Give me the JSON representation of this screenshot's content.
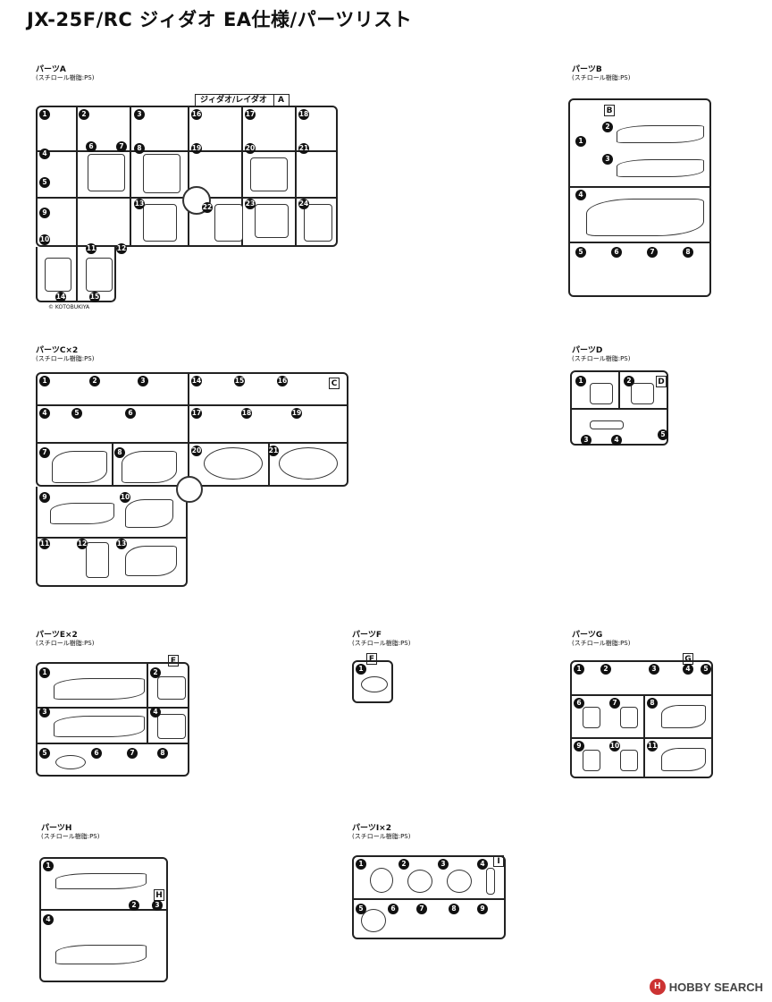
{
  "title": "JX-25F/RC ジィダオ EA仕様/パーツリスト",
  "material": "(スチロール樹脂:PS)",
  "sections": {
    "A": {
      "title": "パーツA",
      "tag": "A",
      "banner": "ジィダオ/レイダオ",
      "copyright": "© KOTOBUKIYA",
      "numbers": [
        "1",
        "2",
        "3",
        "4",
        "5",
        "6",
        "7",
        "8",
        "9",
        "10",
        "11",
        "12",
        "13",
        "14",
        "15",
        "16",
        "17",
        "18",
        "19",
        "20",
        "21",
        "22",
        "23",
        "24"
      ]
    },
    "B": {
      "title": "パーツB",
      "tag": "B",
      "numbers": [
        "1",
        "2",
        "3",
        "4",
        "5",
        "6",
        "7",
        "8"
      ]
    },
    "C": {
      "title": "パーツC×2",
      "tag": "C",
      "numbers": [
        "1",
        "2",
        "3",
        "4",
        "5",
        "6",
        "7",
        "8",
        "9",
        "10",
        "11",
        "12",
        "13",
        "14",
        "15",
        "16",
        "17",
        "18",
        "19",
        "20",
        "21"
      ]
    },
    "D": {
      "title": "パーツD",
      "tag": "D",
      "numbers": [
        "1",
        "2",
        "3",
        "4",
        "5"
      ]
    },
    "E": {
      "title": "パーツE×2",
      "tag": "E",
      "numbers": [
        "1",
        "2",
        "3",
        "4",
        "5",
        "6",
        "7",
        "8"
      ]
    },
    "F": {
      "title": "パーツF",
      "tag": "F",
      "numbers": [
        "1"
      ]
    },
    "G": {
      "title": "パーツG",
      "tag": "G",
      "numbers": [
        "1",
        "2",
        "3",
        "4",
        "5",
        "6",
        "7",
        "8",
        "9",
        "10",
        "11"
      ]
    },
    "H": {
      "title": "パーツH",
      "tag": "H",
      "numbers": [
        "1",
        "2",
        "3",
        "4"
      ]
    },
    "I": {
      "title": "パーツI×2",
      "tag": "I",
      "numbers": [
        "1",
        "2",
        "3",
        "4",
        "5",
        "6",
        "7",
        "8",
        "9"
      ]
    }
  },
  "watermark": {
    "logo": "H",
    "text": "HOBBY SEARCH"
  }
}
